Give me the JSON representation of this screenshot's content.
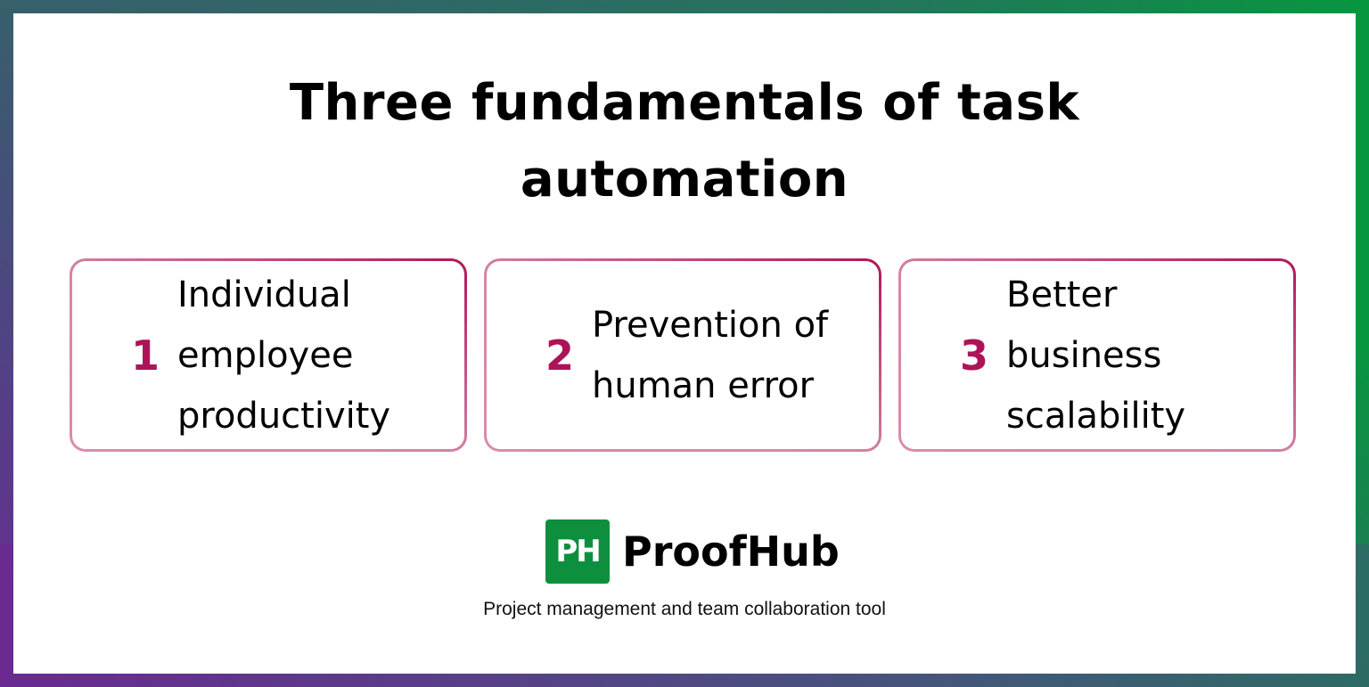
{
  "title": {
    "line1": "Three fundamentals of task",
    "line2": "automation"
  },
  "cards": [
    {
      "number": "1",
      "lines": [
        "Individual",
        "employee",
        "productivity"
      ]
    },
    {
      "number": "2",
      "lines": [
        "Prevention of",
        "human error"
      ]
    },
    {
      "number": "3",
      "lines": [
        "Better",
        "business",
        "scalability"
      ]
    }
  ],
  "brand": {
    "logo_text": "PH",
    "name": "ProofHub",
    "tagline": "Project management and team collaboration tool"
  },
  "colors": {
    "accent": "#ad1457",
    "card_border_start": "#d98cac",
    "card_border_end": "#b0165a",
    "logo_green": "#0e8f3e",
    "frame_green": "#07963f",
    "frame_purple": "#6a2a90",
    "frame_teal": "#2e6a66"
  }
}
